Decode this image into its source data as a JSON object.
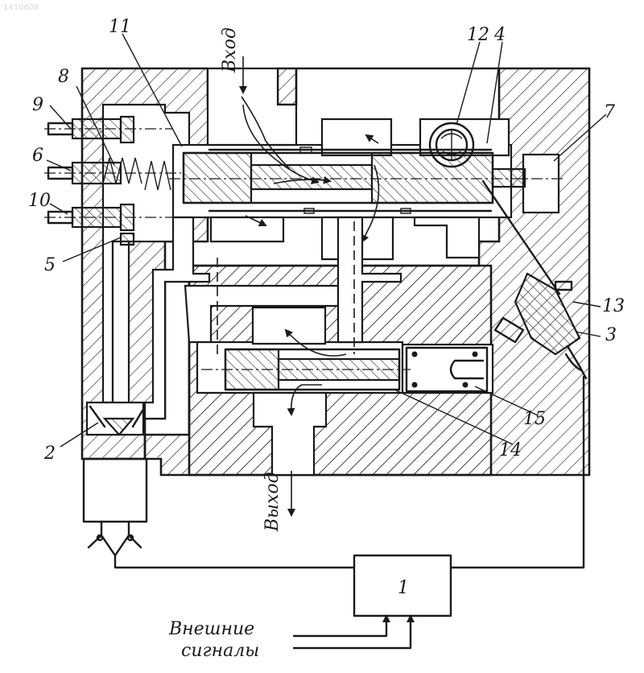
{
  "callouts": {
    "n1": "1",
    "n2": "2",
    "n3": "3",
    "n4": "4",
    "n5": "5",
    "n6": "6",
    "n7": "7",
    "n8": "8",
    "n9": "9",
    "n10": "10",
    "n11": "11",
    "n12": "12",
    "n13": "13",
    "n14": "14",
    "n15": "15"
  },
  "flow_labels": {
    "input": "Вход",
    "output": "Выход",
    "external_signals_line1": "Внешние",
    "external_signals_line2": "сигналы"
  },
  "corner_mark": "1410608"
}
